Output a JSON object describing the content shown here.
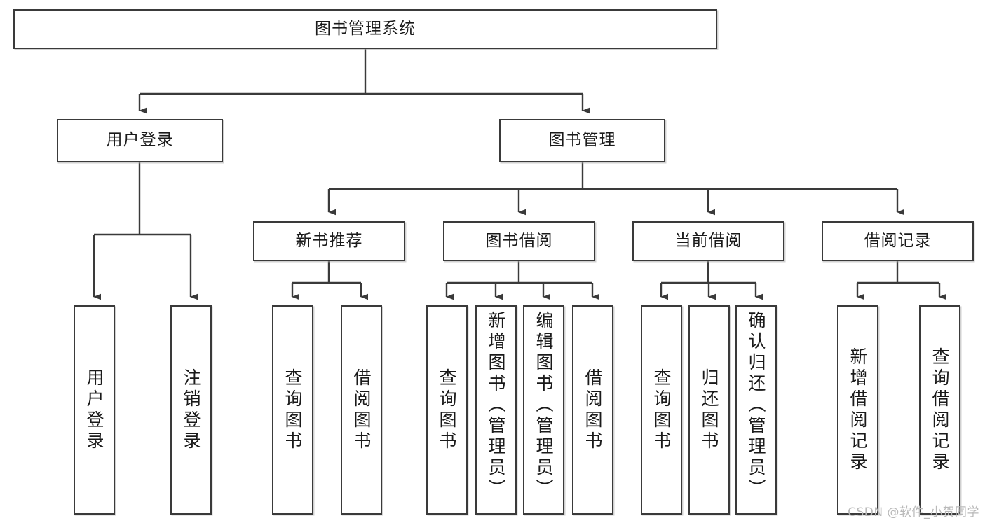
{
  "diagram": {
    "type": "tree-hierarchy",
    "title_text": "图书管理系统",
    "colors": {
      "stroke": "#3a3a3a",
      "box_fill": "#ffffff",
      "background": "#ffffff",
      "watermark": "#b9b9b9"
    },
    "root": {
      "label": "图书管理系统"
    },
    "level2": [
      {
        "label": "用户登录"
      },
      {
        "label": "图书管理"
      }
    ],
    "level3": [
      {
        "label": "新书推荐"
      },
      {
        "label": "图书借阅"
      },
      {
        "label": "当前借阅"
      },
      {
        "label": "借阅记录"
      }
    ],
    "leaves": {
      "user_login": [
        {
          "label": "用户登录"
        },
        {
          "label": "注销登录"
        }
      ],
      "new_book_recommend": [
        {
          "label": "查询图书"
        },
        {
          "label": "借阅图书"
        }
      ],
      "book_borrow": [
        {
          "label": "查询图书"
        },
        {
          "label": "新增图书（管理员）"
        },
        {
          "label": "编辑图书（管理员）"
        },
        {
          "label": "借阅图书"
        }
      ],
      "current_borrow": [
        {
          "label": "查询图书"
        },
        {
          "label": "归还图书"
        },
        {
          "label": "确认归还（管理员）"
        }
      ],
      "borrow_records": [
        {
          "label": "新增借阅记录"
        },
        {
          "label": "查询借阅记录"
        }
      ]
    }
  },
  "watermark": {
    "text": "CSDN @软件_小贺同学"
  }
}
